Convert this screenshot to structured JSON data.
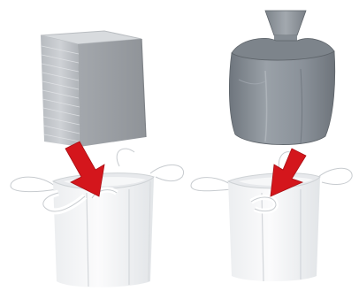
{
  "scene": {
    "left_panel": {
      "liner_kind": "folded-block-liner",
      "bag_kind": "open-top-bulk-bag"
    },
    "right_panel": {
      "liner_kind": "spouted-form-fit-liner",
      "bag_kind": "open-top-bulk-bag"
    }
  },
  "colors": {
    "background": "#ffffff",
    "block_liner": "#c8cbcf",
    "block_liner_dark": "#9a9ea3",
    "form_liner": "#8a9199",
    "form_liner_light": "#b8bec5",
    "bag_white": "#f4f5f6",
    "bag_shadow": "#d6d9dc",
    "arrow_red": "#d4161c"
  }
}
